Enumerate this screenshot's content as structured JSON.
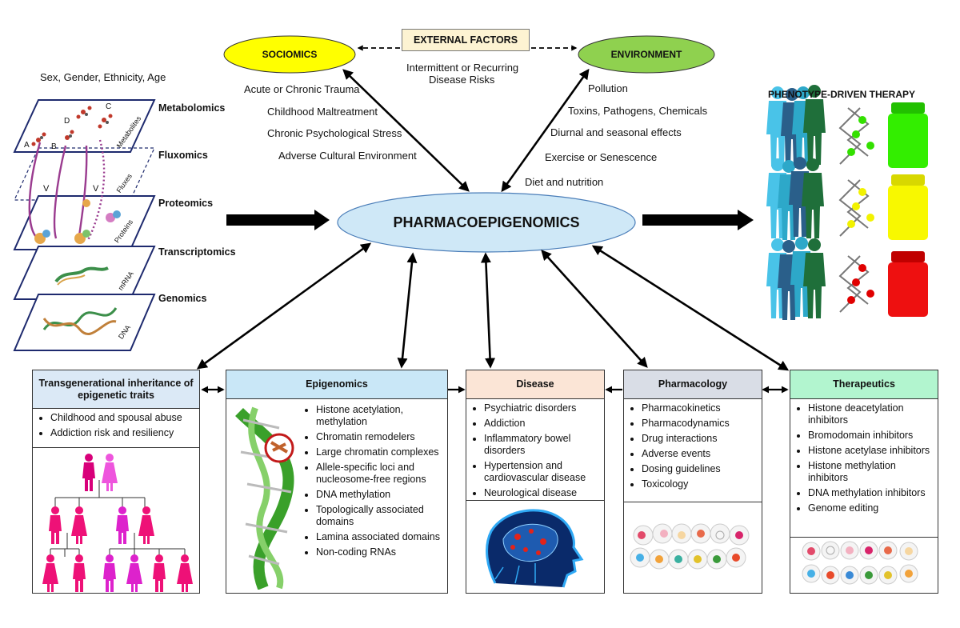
{
  "external_factors": {
    "label": "EXTERNAL FACTORS",
    "subtext": [
      "Intermittent or Recurring",
      "Disease Risks"
    ]
  },
  "sociomics": {
    "label": "SOCIOMICS",
    "color": "#ffff00",
    "items": [
      "Acute or Chronic Trauma",
      "Childhood Maltreatment",
      "Chronic Psychological Stress",
      "Adverse Cultural Environment"
    ]
  },
  "environment": {
    "label": "ENVIRONMENT",
    "color": "#8fd14f",
    "items": [
      "Pollution",
      "Toxins, Pathogens, Chemicals",
      "Diurnal and seasonal effects",
      "Exercise or Senescence",
      "Diet and nutrition"
    ]
  },
  "center": {
    "label": "PHARMACOEPIGENOMICS",
    "color": "#cfe8f7"
  },
  "omics": {
    "top_label": "Sex, Gender, Ethnicity, Age",
    "layers": [
      "Metabolomics",
      "Fluxomics",
      "Proteomics",
      "Transcriptomics",
      "Genomics"
    ],
    "plane_labels": [
      "Metabolites",
      "Fluxes",
      "Proteins",
      "mRNA",
      "DNA"
    ],
    "point_labels": [
      "A",
      "B",
      "C",
      "D"
    ],
    "flux_labels": [
      "V",
      "V"
    ]
  },
  "phenotype": {
    "title": "PHENOTYPE-DRIVEN THERAPY",
    "bottle_colors": [
      "#22e000",
      "#f2f200",
      "#e00000"
    ]
  },
  "boxes": {
    "transgenerational": {
      "title": "Transgenerational inheritance of epigenetic traits",
      "header_color": "#dbe9f6",
      "items": [
        "Childhood and spousal abuse",
        "Addiction risk and resiliency"
      ]
    },
    "epigenomics": {
      "title": "Epigenomics",
      "header_color": "#c9e7f7",
      "items": [
        "Histone acetylation, methylation",
        "Chromatin remodelers",
        "Large chromatin complexes",
        "Allele-specific loci and nucleosome-free regions",
        "DNA methylation",
        "Topologically associated domains",
        "Lamina associated domains",
        "Non-coding RNAs"
      ]
    },
    "disease": {
      "title": "Disease",
      "header_color": "#fbe5d6",
      "items": [
        "Psychiatric disorders",
        "Addiction",
        "Inflammatory bowel disorders",
        "Hypertension and cardiovascular disease",
        "Neurological disease"
      ]
    },
    "pharmacology": {
      "title": "Pharmacology",
      "header_color": "#d9dde6",
      "items": [
        "Pharmacokinetics",
        "Pharmacodynamics",
        "Drug interactions",
        "Adverse events",
        "Dosing guidelines",
        "Toxicology"
      ]
    },
    "therapeutics": {
      "title": "Therapeutics",
      "header_color": "#b2f5cf",
      "items": [
        "Histone deacetylation inhibitors",
        "Bromodomain inhibitors",
        "Histone acetylase inhibitors",
        "Histone methylation inhibitors",
        "DNA methylation inhibitors",
        "Genome editing"
      ]
    }
  }
}
